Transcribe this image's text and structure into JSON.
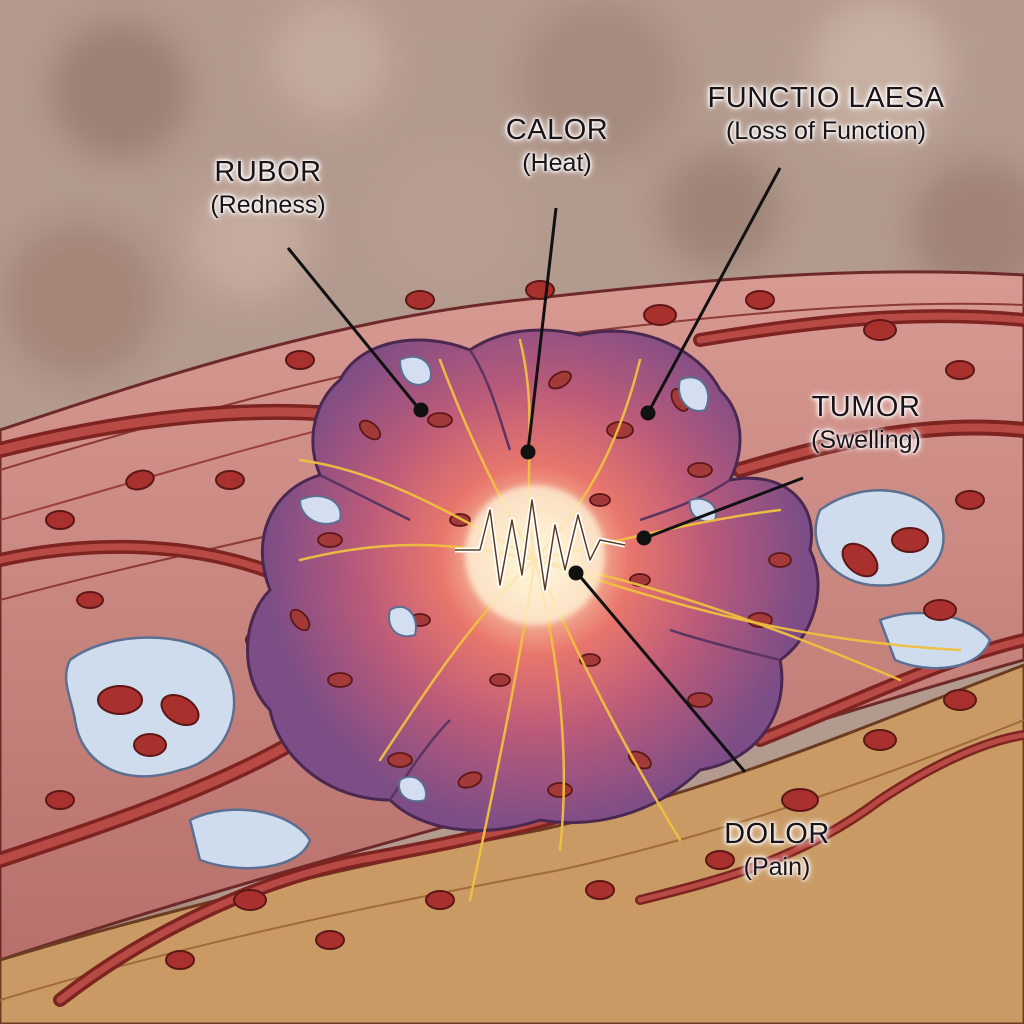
{
  "labels": {
    "rubor": {
      "term": "RUBOR",
      "gloss": "(Redness)"
    },
    "calor": {
      "term": "CALOR",
      "gloss": "(Heat)"
    },
    "functio": {
      "term": "FUNCTIO LAESA",
      "gloss": "(Loss of Function)"
    },
    "tumor": {
      "term": "TUMOR",
      "gloss": "(Swelling)"
    },
    "dolor": {
      "term": "DOLOR",
      "gloss": "(Pain)"
    }
  },
  "colors": {
    "background": "#b49a8c",
    "tissue": "#c9837c",
    "vessel": "#9a2f2c",
    "mass": "#7c4d86",
    "center_glow": "#fbe9c8",
    "nerve": "#f2c23c",
    "fat_layer": "#d9a55c",
    "exudate": "#cfdcee",
    "leader_line": "#111111"
  }
}
